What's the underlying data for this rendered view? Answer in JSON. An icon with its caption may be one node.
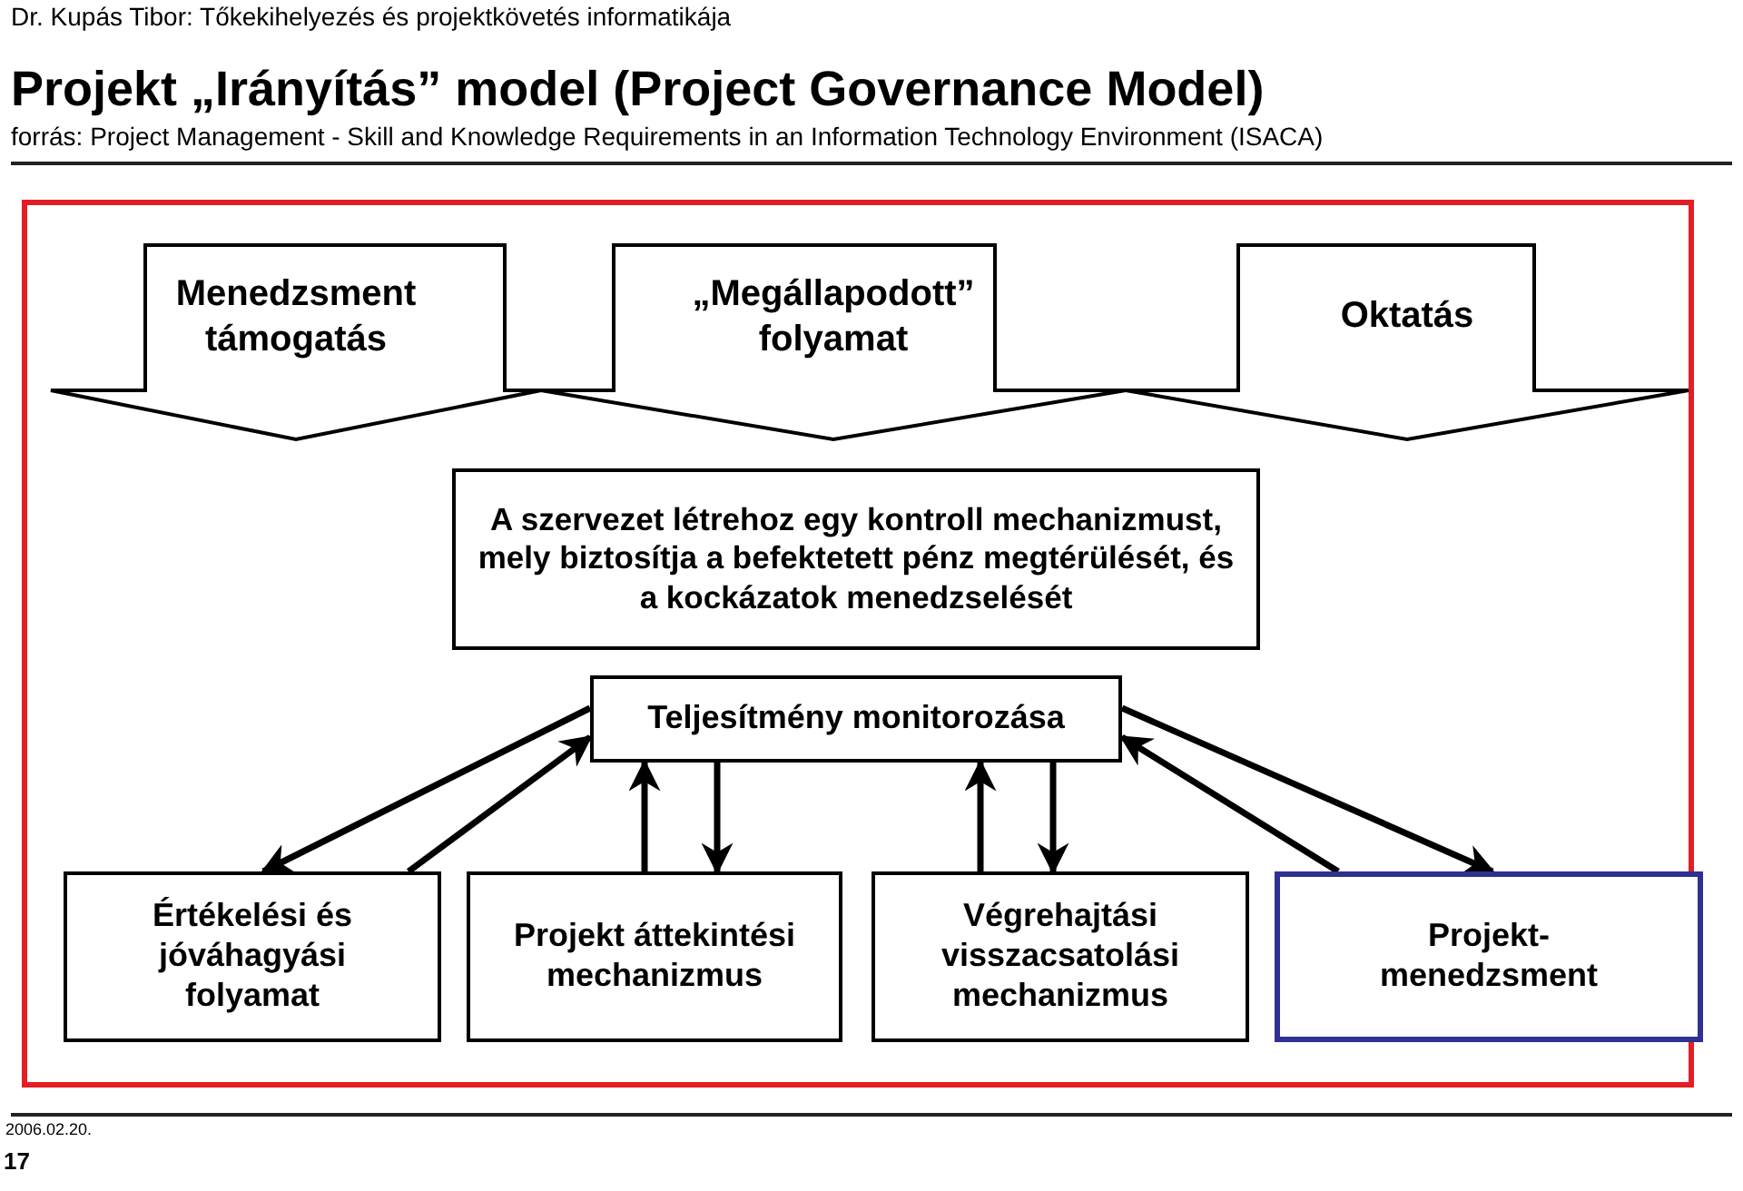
{
  "diagram": {
    "title": "Projekt „Irányítás” model (Project Governance Model)",
    "nodes": [
      {
        "text": [
          "Menedzsment támogatás"
        ]
      },
      {
        "text": [
          "„Megállapodott” folyamat"
        ]
      },
      {
        "text": [
          "Oktatás"
        ]
      },
      {
        "text": [
          "A szervezet létrehoz egy kontroll mechanizmust, mely biztosítja a befektetett pénz megtérülését, és a kockázatok menedzselését"
        ]
      },
      {
        "text": [
          "Teljesítmény monitorozása"
        ]
      },
      {
        "text": [
          "Értékelési és jóváhagyási folyamat"
        ]
      },
      {
        "text": [
          "Projekt áttekintési mechanizmus"
        ]
      },
      {
        "text": [
          "Végrehajtási visszacsatolási mechanizmus"
        ]
      },
      {
        "text": [
          "Projekt-menedzsment"
        ]
      }
    ],
    "edges": [
      {
        "from": 4,
        "to": 5,
        "arrow": "to"
      },
      {
        "from": 5,
        "to": 4,
        "arrow": "to"
      },
      {
        "from": 6,
        "to": 4,
        "arrow": "to"
      },
      {
        "from": 4,
        "to": 6,
        "arrow": "to"
      },
      {
        "from": 7,
        "to": 4,
        "arrow": "to"
      },
      {
        "from": 4,
        "to": 7,
        "arrow": "to"
      },
      {
        "from": 4,
        "to": 8,
        "arrow": "to"
      },
      {
        "from": 8,
        "to": 4,
        "arrow": "to"
      }
    ],
    "labels": [
      "Dr. Kupás Tibor: Tőkekihelyezés és projektkövetés informatikája",
      "forrás: Project Management - Skill and Knowledge Requirements in an Information Technology Environment (ISACA)",
      "2006.02.20.",
      "17"
    ]
  }
}
